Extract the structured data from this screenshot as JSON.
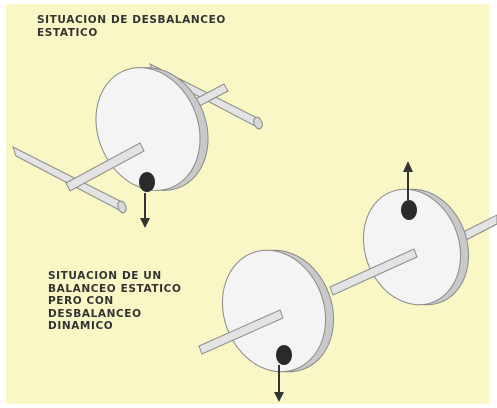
{
  "captions": {
    "static": [
      "SITUACION DE DESBALANCEO",
      "ESTATICO"
    ],
    "dynamic": [
      "SITUACION DE UN",
      "BALANCEO ESTATICO",
      "PERO CON",
      "DESBALANCEO",
      "DINAMICO"
    ]
  },
  "colors": {
    "background": "#f8f7c5",
    "disc_face": "#f4f4f4",
    "disc_rim": "#c9c9c9",
    "shaft": "#e2e2e2",
    "mass": "#2a2a2a",
    "arrow": "#333333"
  },
  "icons": {
    "unbalance_mass": "black-dot",
    "force_arrow_down": "arrow-down",
    "force_arrow_up": "arrow-up"
  }
}
